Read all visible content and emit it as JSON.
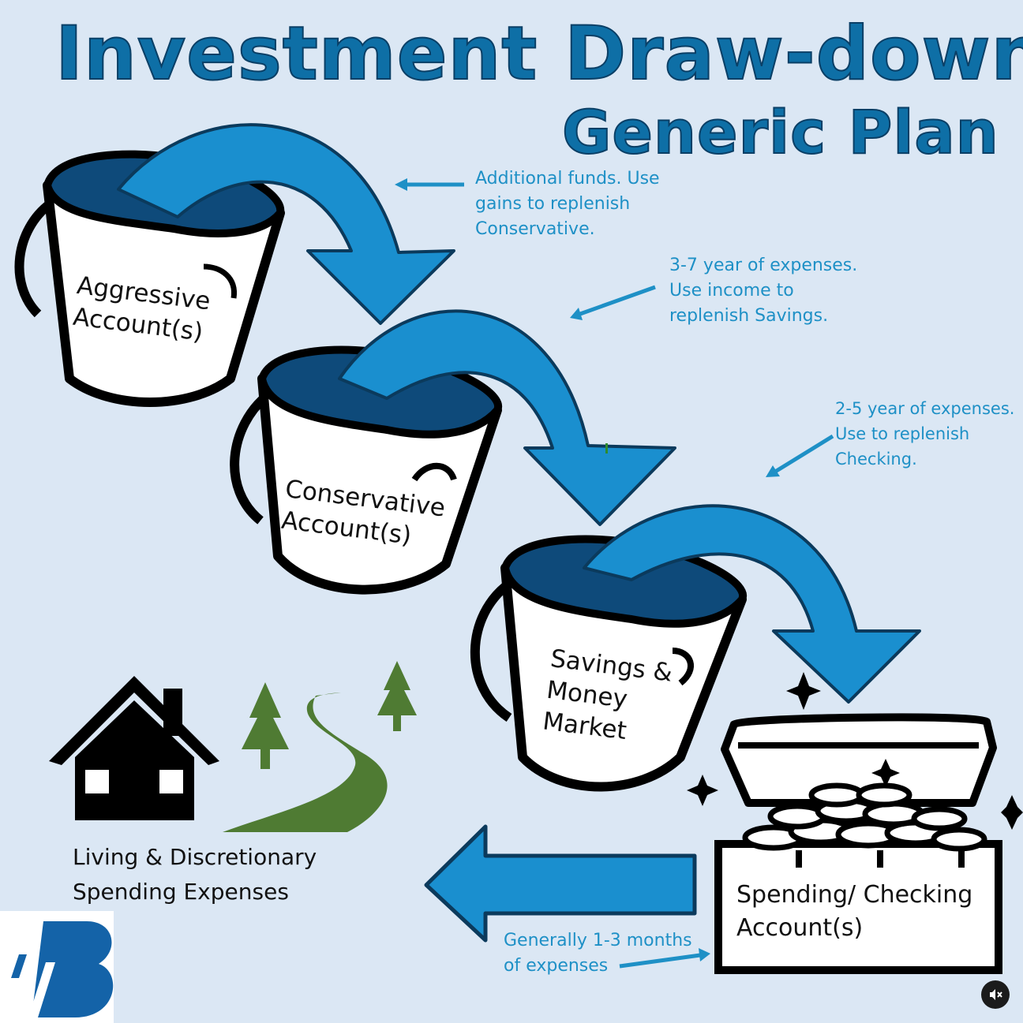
{
  "title": {
    "line1": "Investment Draw-down",
    "line2": "Generic Plan"
  },
  "containers": {
    "aggressive": {
      "line1": "Aggressive",
      "line2": "Account(s)"
    },
    "conservative": {
      "line1": "Conservative",
      "line2": "Account(s)"
    },
    "savings": {
      "line1": "Savings &",
      "line2": "Money",
      "line3": "Market"
    },
    "checking": {
      "line1": "Spending/ Checking",
      "line2": "Account(s)"
    }
  },
  "annotations": {
    "aggressive": [
      "Additional funds. Use",
      "gains to replenish",
      "Conservative."
    ],
    "conservative": [
      "3-7 year of expenses.",
      "Use income to",
      "replenish Savings."
    ],
    "savings": [
      "2-5 year of expenses.",
      "Use to replenish",
      "Checking."
    ],
    "checking": [
      "Generally 1-3 months",
      "of expenses"
    ]
  },
  "expenses": {
    "line1": "Living & Discretionary",
    "line2": "Spending Expenses"
  },
  "icons": {
    "house": "house-icon",
    "trees": "tree-icon",
    "road": "road-icon",
    "chest": "treasure-chest-icon",
    "sparkles": "sparkle-icon",
    "logo": "logo-b-icon",
    "mute": "mute-icon"
  },
  "colors": {
    "background": "#dbe7f4",
    "arrow": "#1a8fcf",
    "bucket_top": "#0e4a7a",
    "title": "#0e6fa6",
    "note": "#1e90c6",
    "green": "#4f7b33"
  }
}
